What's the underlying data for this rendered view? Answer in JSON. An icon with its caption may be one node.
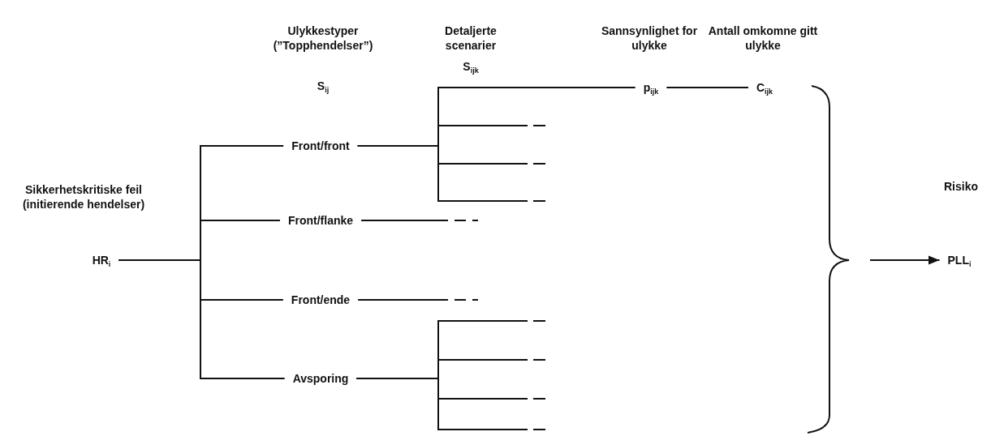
{
  "diagram": {
    "nodes": [
      {
        "text": [
          "HR$_{i}$"
        ]
      },
      {
        "text": [
          "Front/front"
        ]
      },
      {
        "text": [
          "Front/flanke"
        ]
      },
      {
        "text": [
          "Front/ende"
        ]
      },
      {
        "text": [
          "Avsporing"
        ]
      },
      {
        "text": [
          "p$_{ijk}$"
        ]
      },
      {
        "text": [
          "C$_{ijk}$"
        ]
      },
      {
        "text": [
          "PLL$_{i}$"
        ]
      }
    ],
    "edges": [
      {
        "from": 0,
        "to": 1,
        "arrow": "none"
      },
      {
        "from": 0,
        "to": 2,
        "arrow": "none"
      },
      {
        "from": 0,
        "to": 3,
        "arrow": "none"
      },
      {
        "from": 0,
        "to": 4,
        "arrow": "none"
      },
      {
        "from": 1,
        "to": 5,
        "arrow": "none"
      },
      {
        "from": 5,
        "to": 6,
        "arrow": "none"
      },
      {
        "from": 1,
        "to": null,
        "arrow": "none"
      },
      {
        "from": 1,
        "to": null,
        "arrow": "none"
      },
      {
        "from": 1,
        "to": null,
        "arrow": "none"
      },
      {
        "from": 2,
        "to": null,
        "arrow": "none"
      },
      {
        "from": 3,
        "to": null,
        "arrow": "none"
      },
      {
        "from": 4,
        "to": null,
        "arrow": "none"
      },
      {
        "from": 4,
        "to": null,
        "arrow": "none"
      },
      {
        "from": 4,
        "to": null,
        "arrow": "none"
      },
      {
        "from": 4,
        "to": null,
        "arrow": "none"
      },
      {
        "from": null,
        "to": 7,
        "arrow": "to"
      }
    ],
    "labels": [
      "Ulykkestyper (”Topphendelser”)",
      "Detaljerte scenarier",
      "Sannsynlighet for ulykke",
      "Antall omkomne gitt ulykke",
      "S$_{ijk}$",
      "S$_{ij}$",
      "Sikkerhetskritiske feil (initierende hendelser)",
      "Risiko"
    ]
  }
}
